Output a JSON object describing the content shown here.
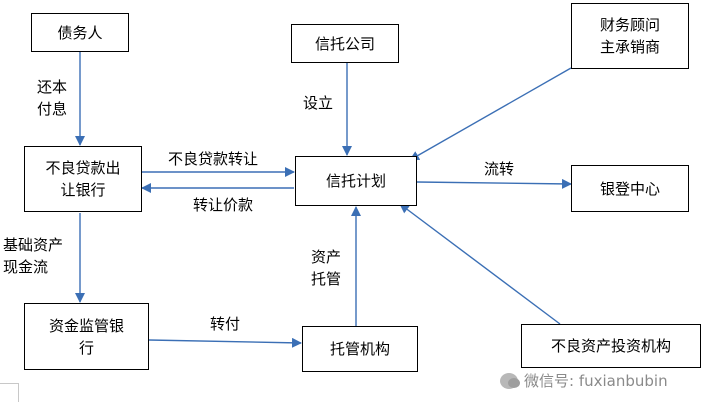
{
  "nodes": {
    "debtor": "债务人",
    "trust_company": "信托公司",
    "advisor": "财务顾问\n主承销商",
    "bank": "不良贷款出\n让银行",
    "trust_plan": "信托计划",
    "clearing_center": "银登中心",
    "supervisor_bank": "资金监管银\n行",
    "custodian": "托管机构",
    "npa_investor": "不良资产投资机构"
  },
  "edge_labels": {
    "repay": "还本\n付息",
    "setup": "设立",
    "transfer_loans": "不良贷款转让",
    "transfer_price": "转让价款",
    "circulate": "流转",
    "base_cashflow": "基础资产\n现金流",
    "custody": "资产\n托管",
    "pay": "转付"
  },
  "watermark": "微信号: fuxianbubin"
}
